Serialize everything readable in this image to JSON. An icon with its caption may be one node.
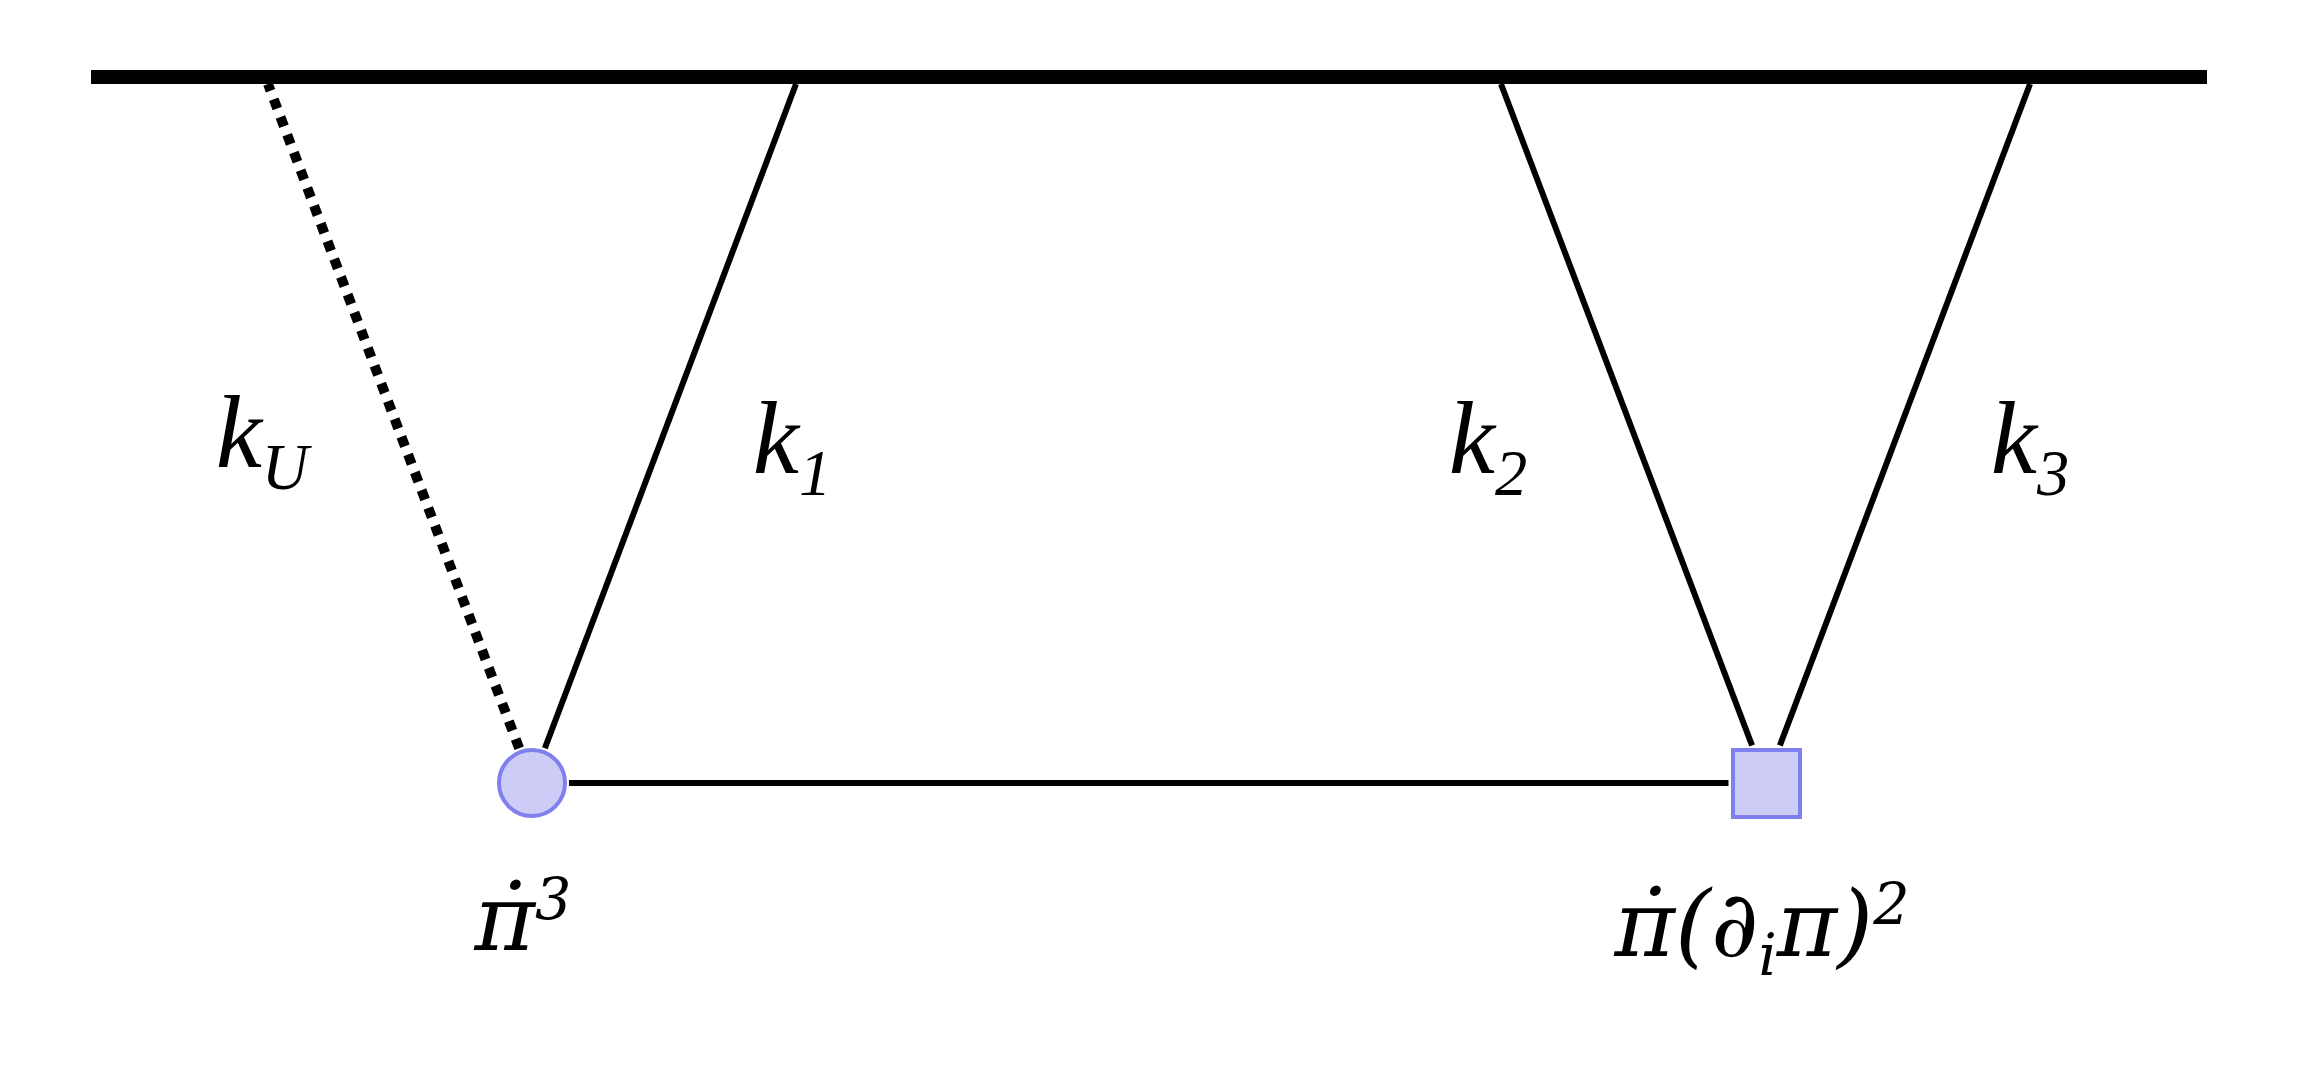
{
  "diagram": {
    "nodes": [
      {
        "text": [],
        "shape": "bar"
      },
      {
        "text": [],
        "shape": "circle",
        "beside": [
          "π̇$^{3}$"
        ]
      },
      {
        "text": [],
        "shape": "box",
        "beside": [
          "π̇(∂$_{i}$π)$^{2}$"
        ]
      }
    ],
    "edges": [
      {
        "from": 1,
        "to": 0,
        "arrow": "none",
        "label": "k$_{U}$",
        "style": "dashed"
      },
      {
        "from": 1,
        "to": 0,
        "arrow": "none",
        "label": "k$_{1}$"
      },
      {
        "from": 1,
        "to": 2,
        "arrow": "none"
      },
      {
        "from": 2,
        "to": 0,
        "arrow": "none",
        "label": "k$_{2}$"
      },
      {
        "from": 2,
        "to": 0,
        "arrow": "none",
        "label": "k$_{3}$"
      }
    ]
  }
}
